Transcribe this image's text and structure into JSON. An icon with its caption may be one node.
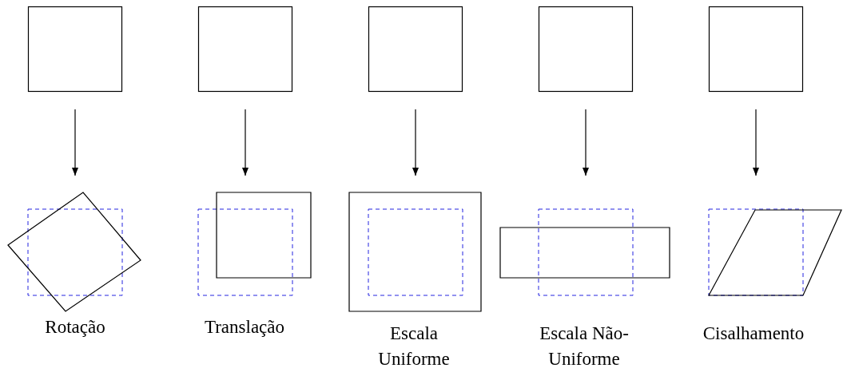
{
  "diagram": {
    "nodes": [
      {
        "text": [],
        "shape": "box"
      },
      {
        "text": [],
        "shape": "box"
      },
      {
        "text": [],
        "shape": "box"
      },
      {
        "text": [],
        "shape": "box"
      },
      {
        "text": [],
        "shape": "box"
      },
      {
        "text": [
          "Rotação"
        ]
      },
      {
        "text": [
          "Translação"
        ]
      },
      {
        "text": [
          "Escala Uniforme"
        ]
      },
      {
        "text": [
          "Escala Não-Uniforme"
        ]
      },
      {
        "text": [
          "Cisalhamento"
        ]
      }
    ],
    "edges": [
      {
        "from": 0,
        "to": 5,
        "arrow": "to"
      },
      {
        "from": 1,
        "to": 6,
        "arrow": "to"
      },
      {
        "from": 2,
        "to": 7,
        "arrow": "to"
      },
      {
        "from": 3,
        "to": 8,
        "arrow": "to"
      },
      {
        "from": 4,
        "to": 9,
        "arrow": "to"
      }
    ]
  }
}
